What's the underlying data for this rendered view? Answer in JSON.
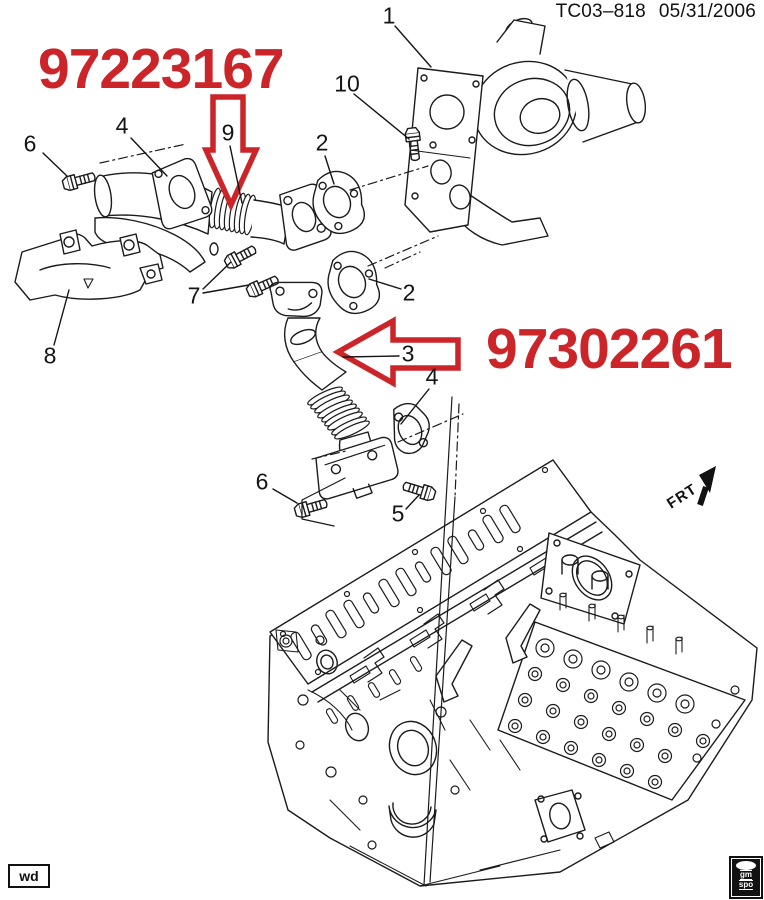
{
  "header": {
    "doc_code": "TC03–818",
    "doc_date": "05/31/2006"
  },
  "part_labels": {
    "upper_part_number": "97223167",
    "lower_part_number": "97302261"
  },
  "callouts": [
    {
      "label": "1"
    },
    {
      "label": "10"
    },
    {
      "label": "6"
    },
    {
      "label": "4"
    },
    {
      "label": "9"
    },
    {
      "label": "2"
    },
    {
      "label": "7"
    },
    {
      "label": "2"
    },
    {
      "label": "8"
    },
    {
      "label": "3"
    },
    {
      "label": "4"
    },
    {
      "label": "6"
    },
    {
      "label": "5"
    }
  ],
  "orientation": {
    "front_label": "FRT"
  },
  "watermarks": {
    "author_tag": "wd",
    "logo_top": "gm",
    "logo_bottom": "spo"
  },
  "colors": {
    "annotation_red": "#cb2429",
    "ink": "#1b1b1b",
    "paper": "#ffffff"
  },
  "icons": {
    "red_arrow_down": "block-arrow-outline-down",
    "red_arrow_left": "block-arrow-outline-left",
    "frt_arrow": "solid-direction-arrow-up-right"
  }
}
